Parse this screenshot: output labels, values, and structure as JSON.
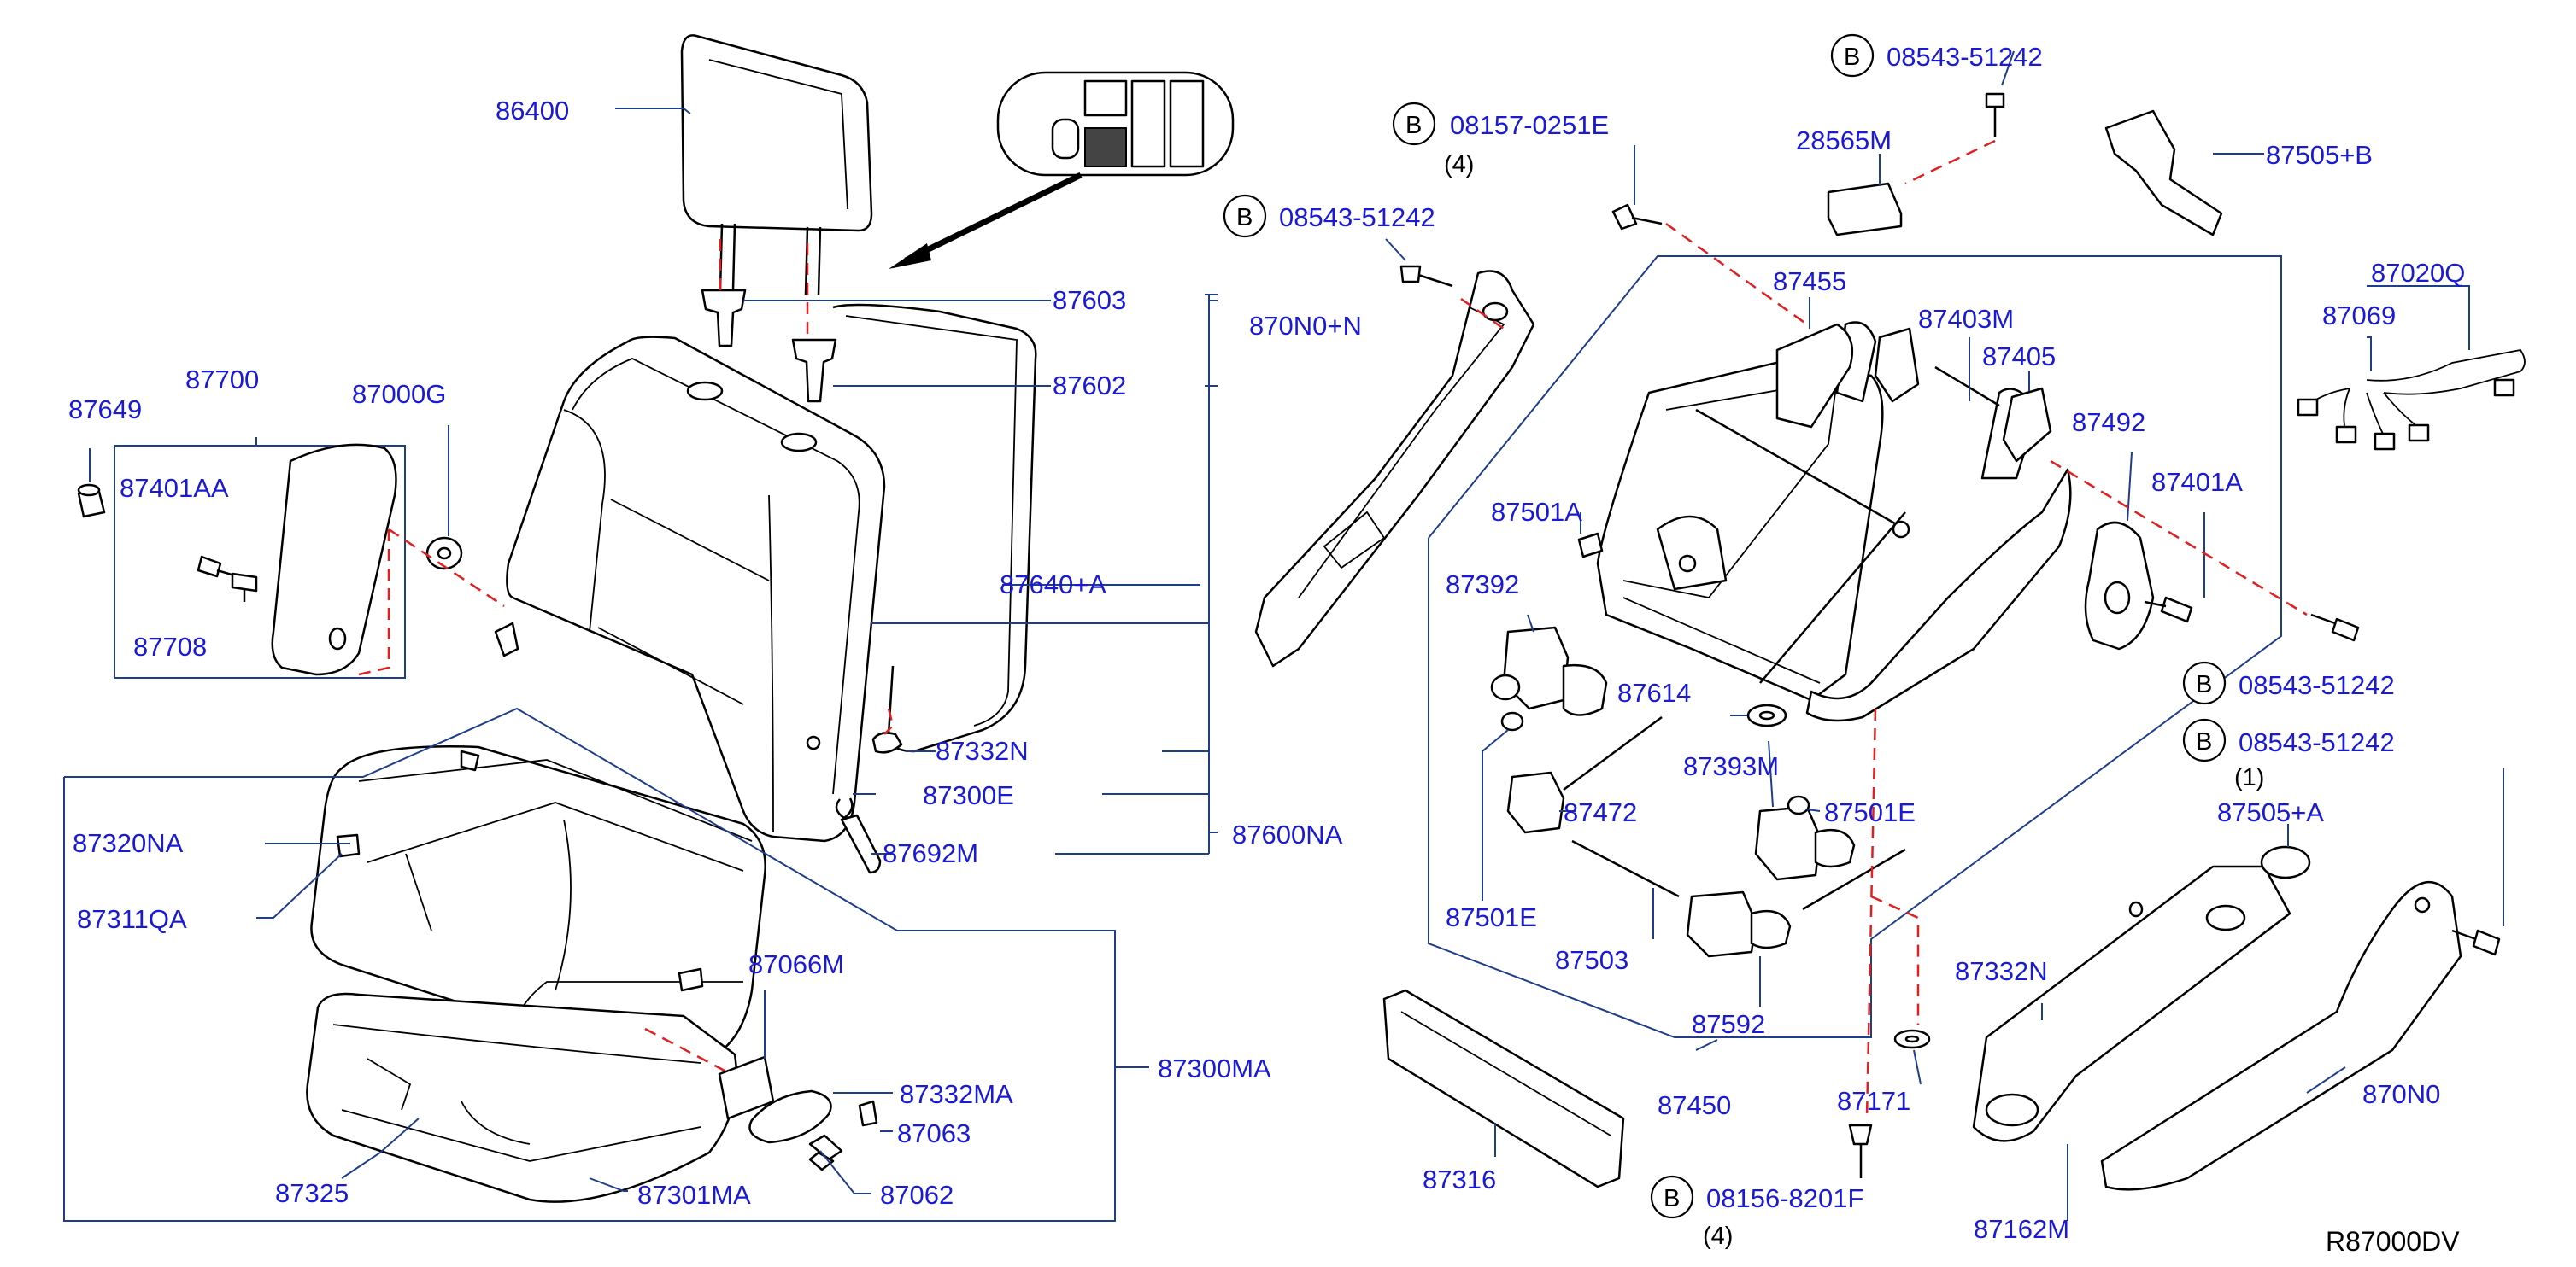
{
  "labels": {
    "l86400": "86400",
    "l87603": "87603",
    "l87602": "87602",
    "l87700": "87700",
    "l87000G": "87000G",
    "l87649": "87649",
    "l87401AA": "87401AA",
    "l87708": "87708",
    "l87640A": "87640+A",
    "l87332N_left": "87332N",
    "l87300E": "87300E",
    "l87692M": "87692M",
    "l87600NA": "87600NA",
    "l87320NA": "87320NA",
    "l87311QA": "87311QA",
    "l87066M": "87066M",
    "l87332MA": "87332MA",
    "l87063": "87063",
    "l87062": "87062",
    "l87325": "87325",
    "l87301MA": "87301MA",
    "l87300MA": "87300MA",
    "l870N0N": "870N0+N",
    "l87455": "87455",
    "l87403M": "87403M",
    "l87405": "87405",
    "l87492": "87492",
    "l87401A": "87401A",
    "l87501A": "87501A",
    "l87392": "87392",
    "l87614": "87614",
    "l87393M": "87393M",
    "l87501E_right": "87501E",
    "l87472": "87472",
    "l87501E_left": "87501E",
    "l87503": "87503",
    "l87592": "87592",
    "l87450": "87450",
    "l87171": "87171",
    "l87316": "87316",
    "l28565M": "28565M",
    "l87505B": "87505+B",
    "l87020Q": "87020Q",
    "l87069": "87069",
    "l87505A": "87505+A",
    "l87332N_right": "87332N",
    "l870N0": "870N0",
    "l87162M": "87162M"
  },
  "bolts": [
    {
      "letter": "B",
      "part": "08543-51242",
      "qty": ""
    },
    {
      "letter": "B",
      "part": "08157-0251E",
      "qty": "(4)"
    },
    {
      "letter": "B",
      "part": "08543-51242",
      "qty": ""
    },
    {
      "letter": "B",
      "part": "08543-51242",
      "qty": ""
    },
    {
      "letter": "B",
      "part": "08543-51242",
      "qty": "(1)"
    },
    {
      "letter": "B",
      "part": "08156-8201F",
      "qty": "(4)"
    }
  ],
  "reference_code": "R87000DV",
  "colors": {
    "label": "#1a1ad6",
    "leader": "#1e3e8c",
    "dashed_connector": "#e02020",
    "outline": "#000000"
  }
}
